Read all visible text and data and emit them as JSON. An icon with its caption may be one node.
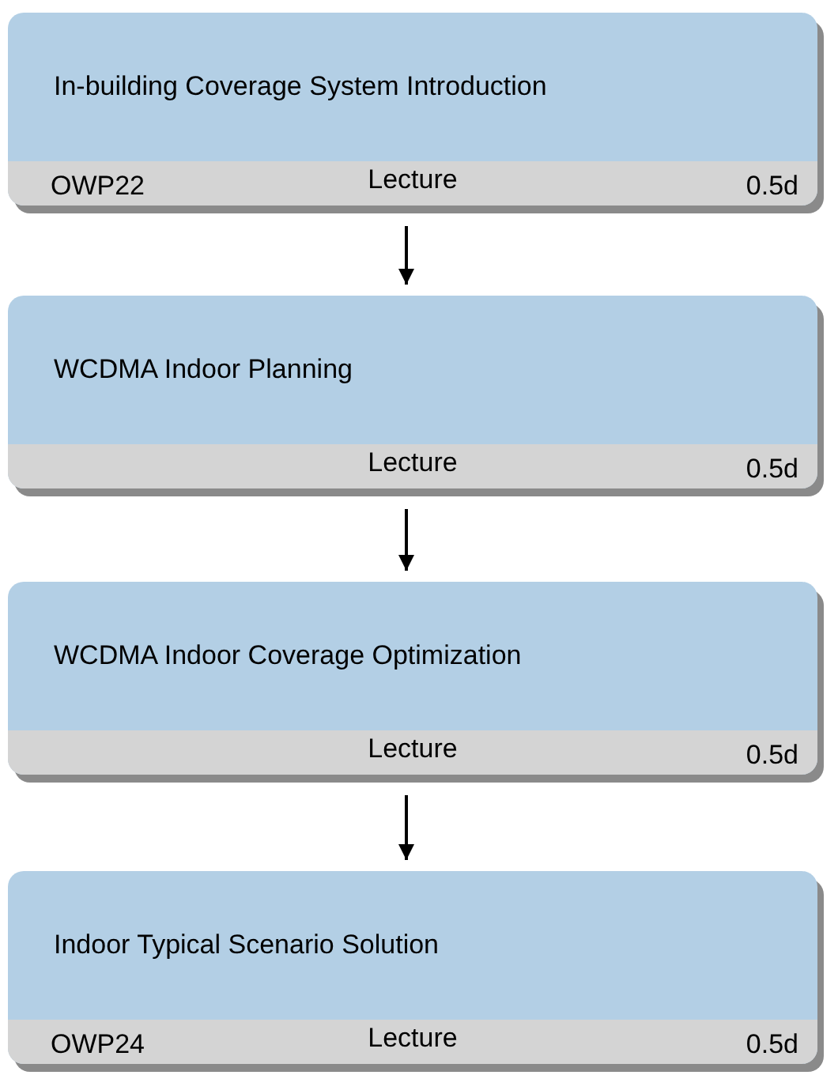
{
  "diagram": {
    "nodes": [
      {
        "text": [
          "In-building Coverage System Introduction",
          "OWP22",
          "Lecture",
          "0.5d"
        ]
      },
      {
        "text": [
          "WCDMA Indoor Planning",
          "Lecture",
          "0.5d"
        ]
      },
      {
        "text": [
          "WCDMA Indoor Coverage Optimization",
          "Lecture",
          "0.5d"
        ]
      },
      {
        "text": [
          "Indoor Typical Scenario Solution",
          "OWP24",
          "Lecture",
          "0.5d"
        ]
      }
    ],
    "edges": [
      {
        "from": 0,
        "to": 1,
        "arrow": "to"
      },
      {
        "from": 1,
        "to": 2,
        "arrow": "to"
      },
      {
        "from": 2,
        "to": 3,
        "arrow": "to"
      }
    ]
  }
}
